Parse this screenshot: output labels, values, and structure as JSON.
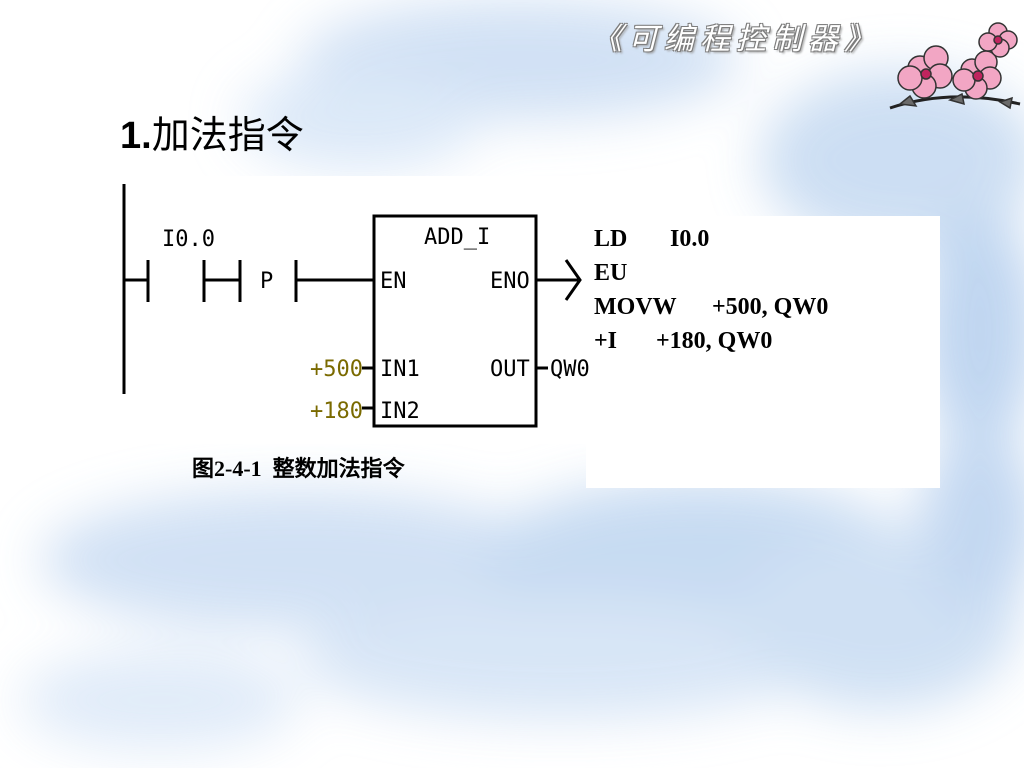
{
  "header": {
    "title": "《可编程控制器》"
  },
  "section": {
    "title_num": "1.",
    "title_text": "加法指令"
  },
  "ladder": {
    "contact_address": "I0.0",
    "positive_edge_label": "P",
    "block_name": "ADD_I",
    "pins": {
      "en": "EN",
      "eno": "ENO",
      "in1": "IN1",
      "in2": "IN2",
      "out": "OUT"
    },
    "in1_value": "+500",
    "in2_value": "+180",
    "out_address": "QW0"
  },
  "stl": [
    {
      "op": "LD",
      "arg": "I0.0"
    },
    {
      "op": "EU",
      "arg": ""
    },
    {
      "op": "MOVW",
      "arg": "+500, QW0"
    },
    {
      "op": "+I",
      "arg": "+180, QW0"
    }
  ],
  "caption": {
    "label": "图2-4-1",
    "text": "整数加法指令"
  },
  "colors": {
    "line": "#000000",
    "operand_value": "#7a6a00",
    "background_blue": "#b8d2ef",
    "flower_pink": "#f2a6c4"
  }
}
